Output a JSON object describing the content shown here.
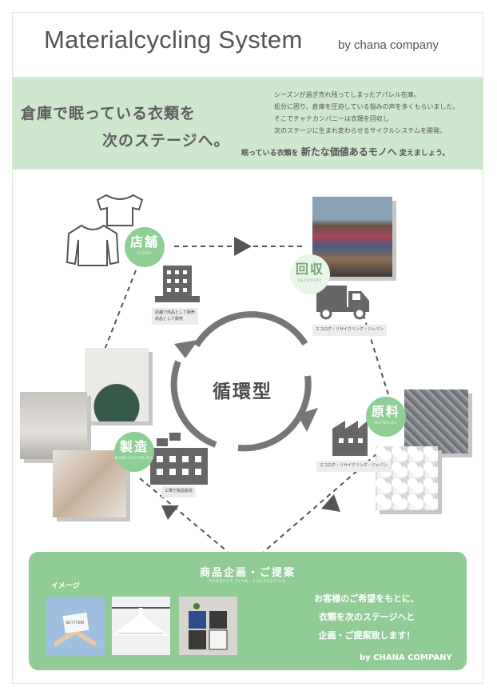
{
  "header": {
    "title": "Materialcycling System",
    "byline": "by chana company"
  },
  "intro": {
    "headline_line1": "倉庫で眠っている衣類を",
    "headline_line2": "次のステージへ。",
    "description": [
      "シーズンが過ぎ売れ残ってしまったアパレル在庫。",
      "処分に困り、倉庫を圧迫している悩みの声を多くもらいました。",
      "そこでチャナカンパニーは衣類を回収し",
      "次のステージに生まれ変わらせるサイクルシステムを開発。"
    ],
    "tagline_pre": "眠っている衣類を",
    "tagline_emph": "新たな価値あるモノへ",
    "tagline_post": "変えましょう。"
  },
  "cycle": {
    "center_label": "循環型",
    "stages": {
      "store": {
        "jp": "店舗",
        "en": "STORE",
        "caption_line1": "店舗で商品として販売",
        "caption_line2": "商品として販売"
      },
      "recovery": {
        "jp": "回収",
        "en": "RECOVERY",
        "caption": "エコログ・リサイクリング・ジャパン"
      },
      "material": {
        "jp": "原料",
        "en": "MATERIAL",
        "caption": "エコログ・リサイクリング・ジャパン"
      },
      "manufacturing": {
        "jp": "製造",
        "en": "MANUFACTURING",
        "caption": "工場で製品製造"
      }
    }
  },
  "proposal": {
    "title": "商品企画・ご提案",
    "subtitle": "PRODUCT PLAN・SUGGESTION",
    "image_label": "イメージ",
    "tag_text": "SET ITEM",
    "message_line1": "お客様のご希望をもとに、",
    "message_line2": "衣類を次のステージへと",
    "message_line3": "企画・ご提案致します！",
    "signature": "by CHANA COMPANY"
  },
  "colors": {
    "accent_green": "#91cc96",
    "band_green": "#cfe6cf",
    "icon_gray": "#666666"
  }
}
